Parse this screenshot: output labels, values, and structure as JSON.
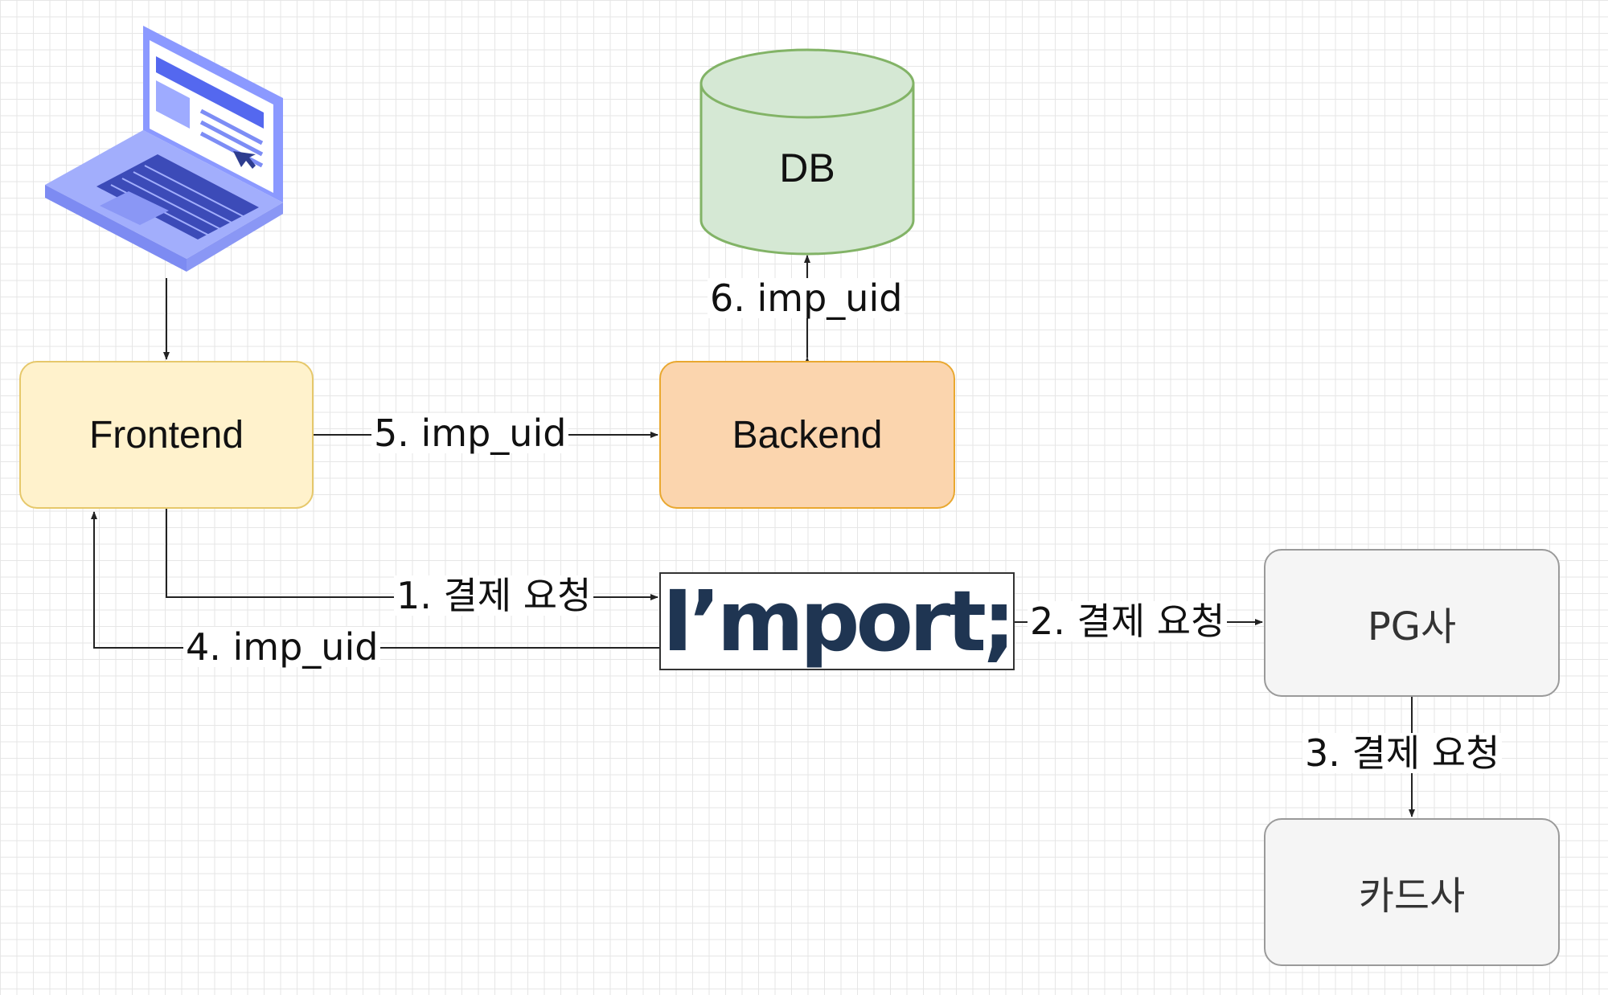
{
  "nodes": {
    "frontend": "Frontend",
    "backend": "Backend",
    "db": "DB",
    "pg": "PG사",
    "card": "카드사",
    "iamport": "I’mport;"
  },
  "edges": {
    "e1": "1. 결제 요청",
    "e2": "2. 결제 요청",
    "e3": "3. 결제 요청",
    "e4": "4. imp_uid",
    "e5": "5. imp_uid",
    "e6": "6. imp_uid"
  },
  "colors": {
    "frontend_fill": "#fff2cc",
    "backend_fill": "#fbd5ae",
    "db_fill": "#d5e8d4",
    "db_stroke": "#82b366",
    "gray_fill": "#f5f5f5",
    "iamport_text": "#1f3552",
    "laptop": "#5b6cf0"
  },
  "icons": [
    "laptop-icon"
  ]
}
